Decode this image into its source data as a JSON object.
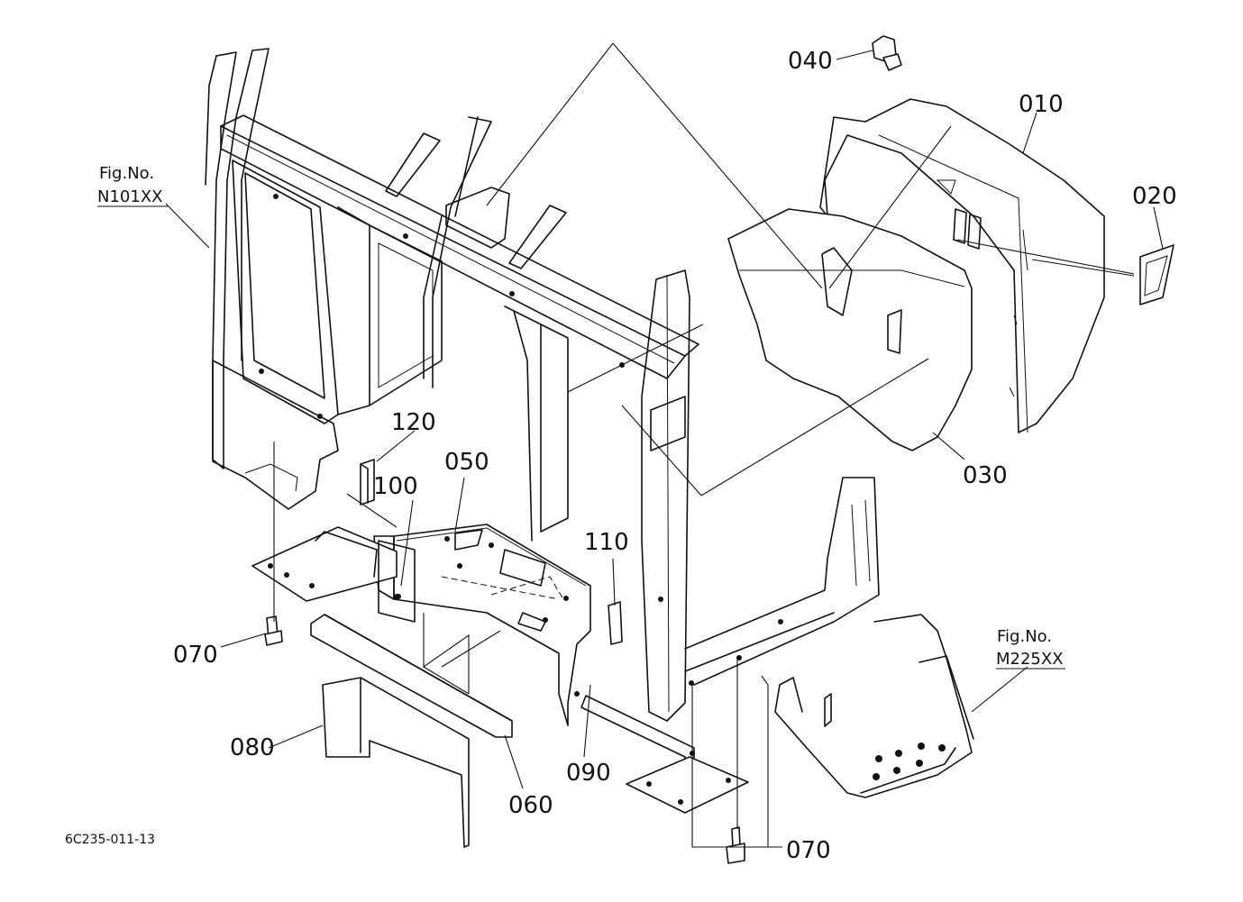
{
  "diagram": {
    "callouts": {
      "c010": "010",
      "c020": "020",
      "c030": "030",
      "c040": "040",
      "c050": "050",
      "c060": "060",
      "c070a": "070",
      "c070b": "070",
      "c080": "080",
      "c090": "090",
      "c100": "100",
      "c110": "110",
      "c120": "120"
    },
    "references": {
      "left": {
        "line1": "Fig.No.",
        "line2": "N101XX"
      },
      "right": {
        "line1": "Fig.No.",
        "line2": "M225XX"
      }
    },
    "drawing_code": "6C235-011-13"
  }
}
